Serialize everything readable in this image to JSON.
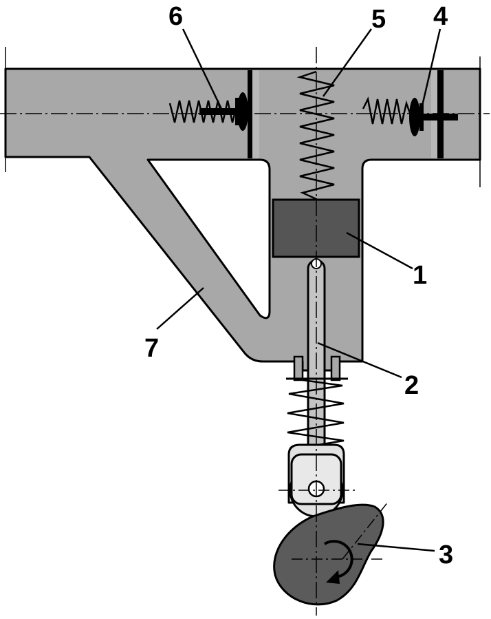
{
  "colors": {
    "body_fill": "#a8a8a8",
    "block_fill": "#555555",
    "cam_fill": "#5b5b5b",
    "roller_fill": "#e2e2e2",
    "rod_fill": "#c4c4c4",
    "outline": "#000000",
    "background": "#ffffff"
  },
  "labels": {
    "block": "1",
    "rod": "2",
    "cam": "3",
    "right_spring_bolt": "4",
    "vertical_spring": "5",
    "left_spring_bolt": "6",
    "bracket": "7"
  },
  "icons": {
    "cam_rotation": "curved-arrow-icon"
  }
}
